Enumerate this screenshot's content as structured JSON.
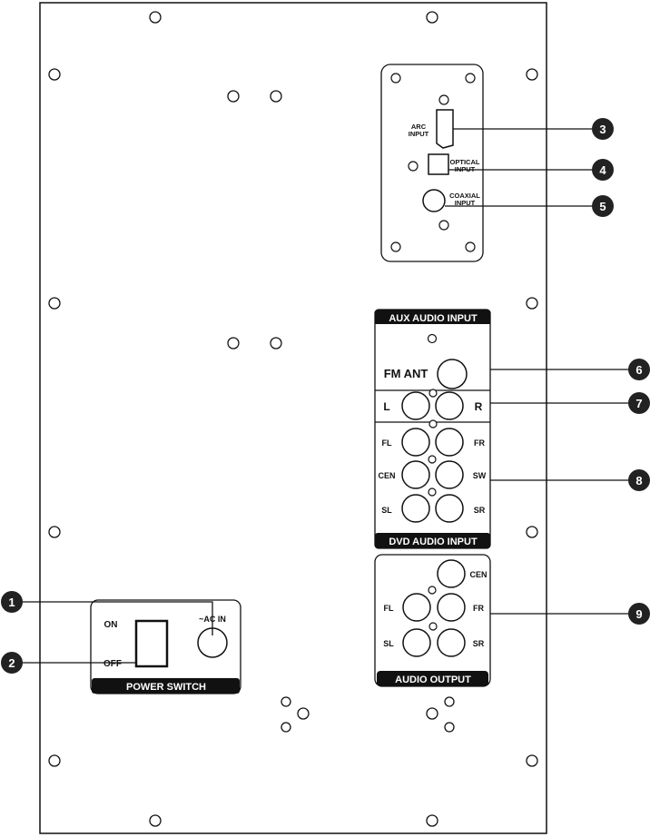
{
  "power_panel": {
    "on_label": "ON",
    "off_label": "OFF",
    "ac_in_label": "~AC IN",
    "title": "POWER SWITCH"
  },
  "digital_panel": {
    "arc_label_1": "ARC",
    "arc_label_2": "INPUT",
    "optical_label_1": "OPTICAL",
    "optical_label_2": "INPUT",
    "coaxial_label_1": "COAXIAL",
    "coaxial_label_2": "INPUT"
  },
  "input_panel": {
    "aux_title": "AUX AUDIO INPUT",
    "fm_ant_label": "FM ANT",
    "aux_l_label": "L",
    "aux_r_label": "R",
    "fl_label": "FL",
    "fr_label": "FR",
    "cen_label": "CEN",
    "sw_label": "SW",
    "sl_label": "SL",
    "sr_label": "SR",
    "dvd_title": "DVD AUDIO INPUT"
  },
  "output_panel": {
    "cen_label": "CEN",
    "fl_label": "FL",
    "fr_label": "FR",
    "sl_label": "SL",
    "sr_label": "SR",
    "title": "AUDIO OUTPUT"
  },
  "callouts": [
    "1",
    "2",
    "3",
    "4",
    "5",
    "6",
    "7",
    "8",
    "9"
  ]
}
